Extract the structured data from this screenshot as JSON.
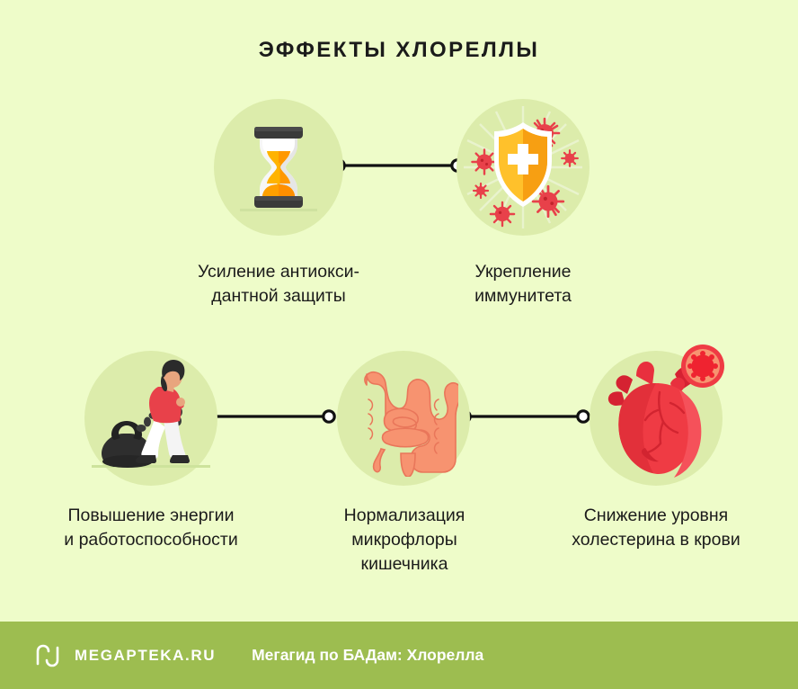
{
  "header": {
    "title": "Эффекты хлореллы"
  },
  "nodes": [
    {
      "id": "antioxidant",
      "icon": "hourglass-icon",
      "caption": "Усиление антиокси-\nдантной защиты"
    },
    {
      "id": "immunity",
      "icon": "shield-virus-icon",
      "caption": "Укрепление\nиммунитета"
    },
    {
      "id": "energy",
      "icon": "woman-pulling-weight-icon",
      "caption": "Повышение энергии\nи работоспособности"
    },
    {
      "id": "microflora",
      "icon": "intestines-icon",
      "caption": "Нормализация\nмикрофлоры\nкишечника"
    },
    {
      "id": "cholesterol",
      "icon": "heart-icon",
      "caption": "Снижение уровня\nхолестерина в крови"
    }
  ],
  "footer": {
    "logo_icon": "megapteka-m-logo",
    "brand": "MEGAPTEKA.RU",
    "caption": "Мегагид по БАДам: Хлорелла"
  },
  "colors": {
    "background": "#eefcc9",
    "disc": "#dcecab",
    "footer_bar": "#9dbd50",
    "text": "#1b1b1b",
    "footer_text": "#ffffff",
    "connector": "#111111",
    "accent_orange": "#ffa41b",
    "accent_red": "#ee3b3b",
    "accent_salmon": "#f79370"
  }
}
